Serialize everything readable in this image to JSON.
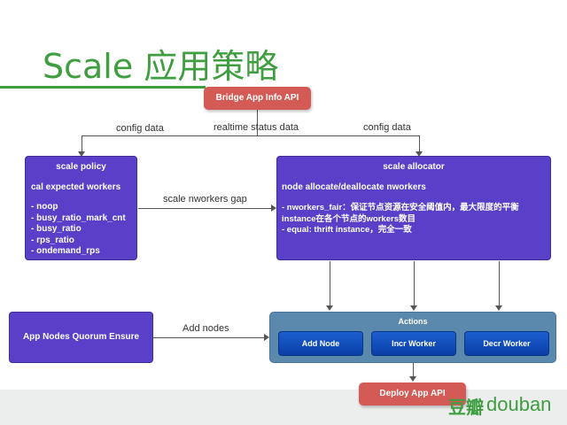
{
  "title": "Scale 应用策略",
  "nodes": {
    "bridge_api": "Bridge App Info API",
    "scale_policy": {
      "heading": "scale policy",
      "subheading": "cal expected workers",
      "items": [
        "- noop",
        "- busy_ratio_mark_cnt",
        "- busy_ratio",
        "- rps_ratio",
        "- ondemand_rps"
      ]
    },
    "scale_allocator": {
      "heading": "scale allocator",
      "subheading": "node allocate/deallocate nworkers",
      "items": [
        "- nworkers_fair：保证节点资源在安全阈值内，最大限度的平衡",
        "instance在各个节点的workers数目",
        "- equal: thrift instance，完全一致"
      ]
    },
    "quorum": "App Nodes Quorum Ensure",
    "actions": {
      "heading": "Actions",
      "buttons": [
        "Add Node",
        "Incr Worker",
        "Decr Worker"
      ]
    },
    "deploy_api": "Deploy App API"
  },
  "edge_labels": {
    "config_left": "config data",
    "realtime": "realtime status data",
    "config_right": "config data",
    "gap": "scale nworkers gap",
    "add_nodes": "Add nodes"
  },
  "logo": {
    "chars": "豆瓣",
    "word": "douban"
  },
  "colors": {
    "title_green": "#3f9e3f",
    "red_node": "#d45a56",
    "purple_node": "#5a3fc8",
    "action_container": "#5b88ad",
    "action_button": "#1c5fd1"
  }
}
